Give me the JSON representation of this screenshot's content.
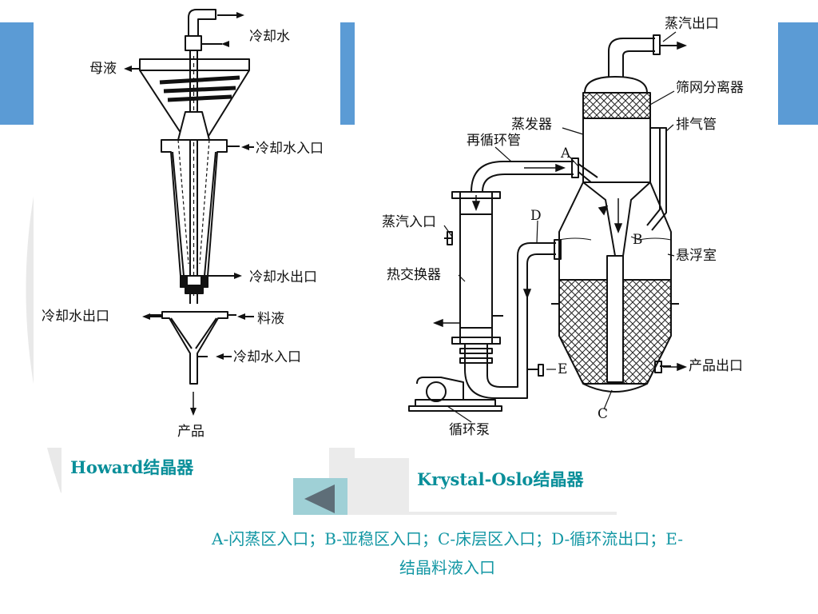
{
  "colors": {
    "accent_blue": "#5b9bd5",
    "caption_teal": "#0a8f9a",
    "legend_teal": "#1397a4",
    "back_button_bg": "#9fd0d6",
    "back_arrow": "#5e6e78"
  },
  "howard": {
    "caption": "Howard结晶器",
    "labels": {
      "cooling_water": "冷却水",
      "mother_liquor": "母液",
      "cooling_water_inlet_top": "冷却水入口",
      "cooling_water_outlet_right": "冷却水出口",
      "cooling_water_outlet_left": "冷却水出口",
      "feed": "料液",
      "cooling_water_inlet_bottom": "冷却水入口",
      "product": "产品"
    }
  },
  "oslo": {
    "caption": "Krystal-Oslo结晶器",
    "labels": {
      "steam_outlet": "蒸汽出口",
      "mesh_separator": "筛网分离器",
      "evaporator": "蒸发器",
      "vent_pipe": "排气管",
      "recirculation_pipe": "再循环管",
      "point_a": "A",
      "point_d": "D",
      "point_b": "B",
      "steam_inlet": "蒸汽入口",
      "suspension_chamber": "悬浮室",
      "heat_exchanger": "热交换器",
      "point_e": "E",
      "product_outlet": "产品出口",
      "point_c": "C",
      "circulation_pump": "循环泵"
    }
  },
  "legend": {
    "line1": "A-闪蒸区入口；B-亚稳区入口；C-床层区入口；D-循环流出口；E-",
    "line2": "结晶料液入口"
  },
  "nav": {
    "back_icon": "back-arrow-icon"
  }
}
